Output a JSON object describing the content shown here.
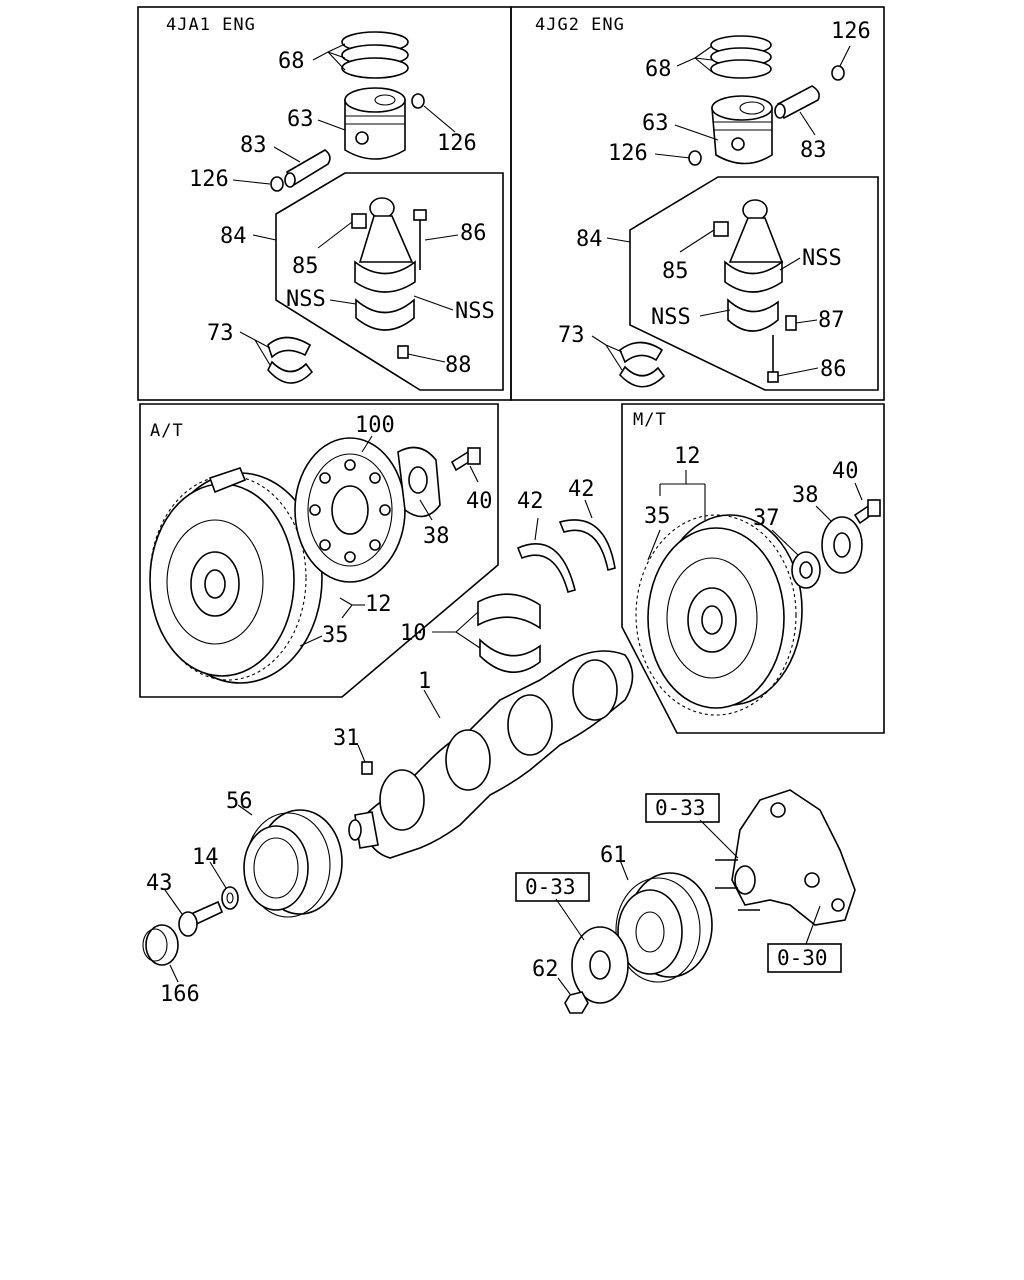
{
  "sections": {
    "eng_4ja1": "4JA1 ENG",
    "eng_4jg2": "4JG2 ENG",
    "at": "A/T",
    "mt": "M/T"
  },
  "labels": {
    "l_4ja1_68": "68",
    "l_4ja1_63": "63",
    "l_4ja1_126a": "126",
    "l_4ja1_83": "83",
    "l_4ja1_126b": "126",
    "l_4ja1_84": "84",
    "l_4ja1_85": "85",
    "l_4ja1_86": "86",
    "l_4ja1_nss1": "NSS",
    "l_4ja1_nss2": "NSS",
    "l_4ja1_73": "73",
    "l_4ja1_88": "88",
    "l_4jg2_68": "68",
    "l_4jg2_126a": "126",
    "l_4jg2_63": "63",
    "l_4jg2_126b": "126",
    "l_4jg2_83": "83",
    "l_4jg2_84": "84",
    "l_4jg2_85": "85",
    "l_4jg2_nss1": "NSS",
    "l_4jg2_nss2": "NSS",
    "l_4jg2_87": "87",
    "l_4jg2_73": "73",
    "l_4jg2_86": "86",
    "l_at_100": "100",
    "l_at_40": "40",
    "l_at_38": "38",
    "l_at_12": "12",
    "l_at_35": "35",
    "l_mt_12": "12",
    "l_mt_35": "35",
    "l_mt_37": "37",
    "l_mt_38": "38",
    "l_mt_40": "40",
    "l_42a": "42",
    "l_42b": "42",
    "l_10": "10",
    "l_1": "1",
    "l_31": "31",
    "l_56": "56",
    "l_14": "14",
    "l_43": "43",
    "l_166": "166",
    "l_61": "61",
    "l_62": "62"
  },
  "refs": {
    "r_033a": "0-33",
    "r_033b": "0-33",
    "r_030": "0-30"
  }
}
